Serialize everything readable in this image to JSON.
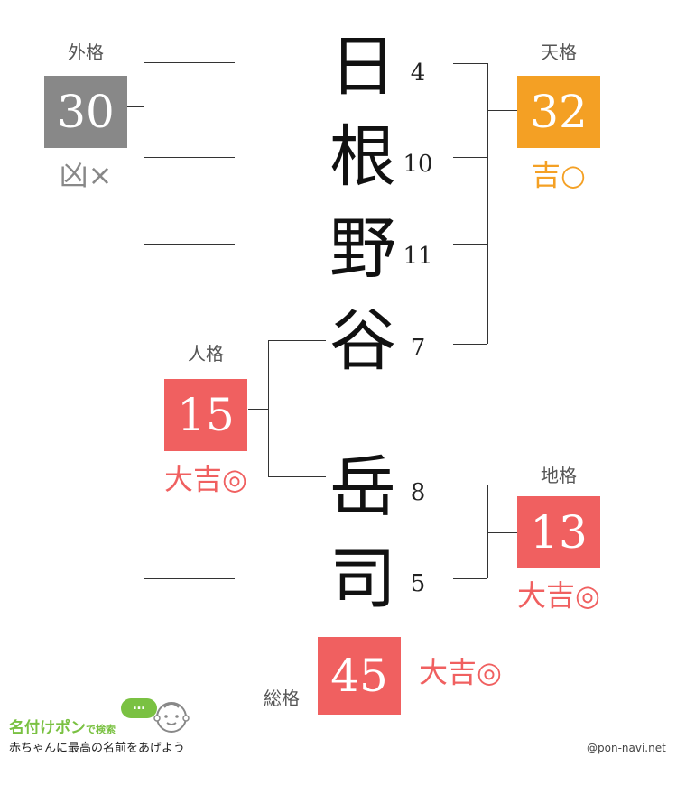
{
  "surname": [
    "日",
    "根",
    "野",
    "谷"
  ],
  "given": [
    "岳",
    "司"
  ],
  "strokes": {
    "k1": "4",
    "k2": "10",
    "k3": "11",
    "k4": "7",
    "k5": "8",
    "k6": "5"
  },
  "gaikaku": {
    "label": "外格",
    "value": "30",
    "verdict": "凶×",
    "color": "#888888",
    "verdict_color": "#888888"
  },
  "tenkaku": {
    "label": "天格",
    "value": "32",
    "verdict": "吉○",
    "color": "#f4a024",
    "verdict_color": "#f4a024"
  },
  "jinkaku": {
    "label": "人格",
    "value": "15",
    "verdict": "大吉◎",
    "color": "#f06060",
    "verdict_color": "#f06060"
  },
  "chikaku": {
    "label": "地格",
    "value": "13",
    "verdict": "大吉◎",
    "color": "#f06060",
    "verdict_color": "#f06060"
  },
  "soukaku": {
    "label": "総格",
    "value": "45",
    "verdict": "大吉◎",
    "color": "#f06060",
    "verdict_color": "#f06060"
  },
  "footer": {
    "logo_title": "名付けポン",
    "logo_suffix": "で検索",
    "bubble": "…",
    "tagline": "赤ちゃんに最高の名前をあげよう",
    "site": "@pon-navi.net"
  }
}
